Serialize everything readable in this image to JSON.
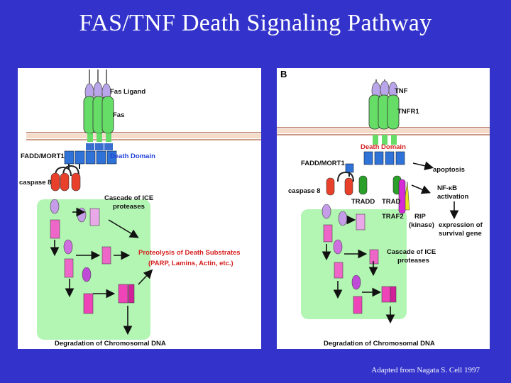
{
  "title": "FAS/TNF Death Signaling Pathway",
  "credit": "Adapted from Nagata S. Cell 1997",
  "panel_a": {
    "labels": {
      "fas_ligand": "Fas Ligand",
      "fas": "Fas",
      "fadd": "FADD/MORT1",
      "death_domain": "Death Domain",
      "caspase8": "caspase 8",
      "cascade_line1": "Cascade of ICE",
      "cascade_line2": "proteases",
      "proteolysis_line1": "Proteolysis of Death Substrates",
      "proteolysis_line2": "(PARP, Lamins, Actin, etc.)",
      "degradation": "Degradation of Chromosomal DNA"
    }
  },
  "panel_b": {
    "letter": "B",
    "labels": {
      "tnf": "TNF",
      "tnfr1": "TNFR1",
      "death_domain": "Death Domain",
      "fadd": "FADD/MORT1",
      "apoptosis": "apoptosis",
      "caspase8": "caspase 8",
      "nfkb_line1": "NF-κB",
      "nfkb_line2": "activation",
      "tradd_1": "TRADD",
      "tradd_2": "TRAD",
      "traf2": "TRAF2",
      "rip_line1": "RIP",
      "rip_line2": "(kinase)",
      "expression_line1": "expression of",
      "expression_line2": "survival gene",
      "cascade_line1": "Cascade of ICE",
      "cascade_line2": "proteases",
      "degradation": "Degradation of Chromosomal DNA"
    }
  }
}
